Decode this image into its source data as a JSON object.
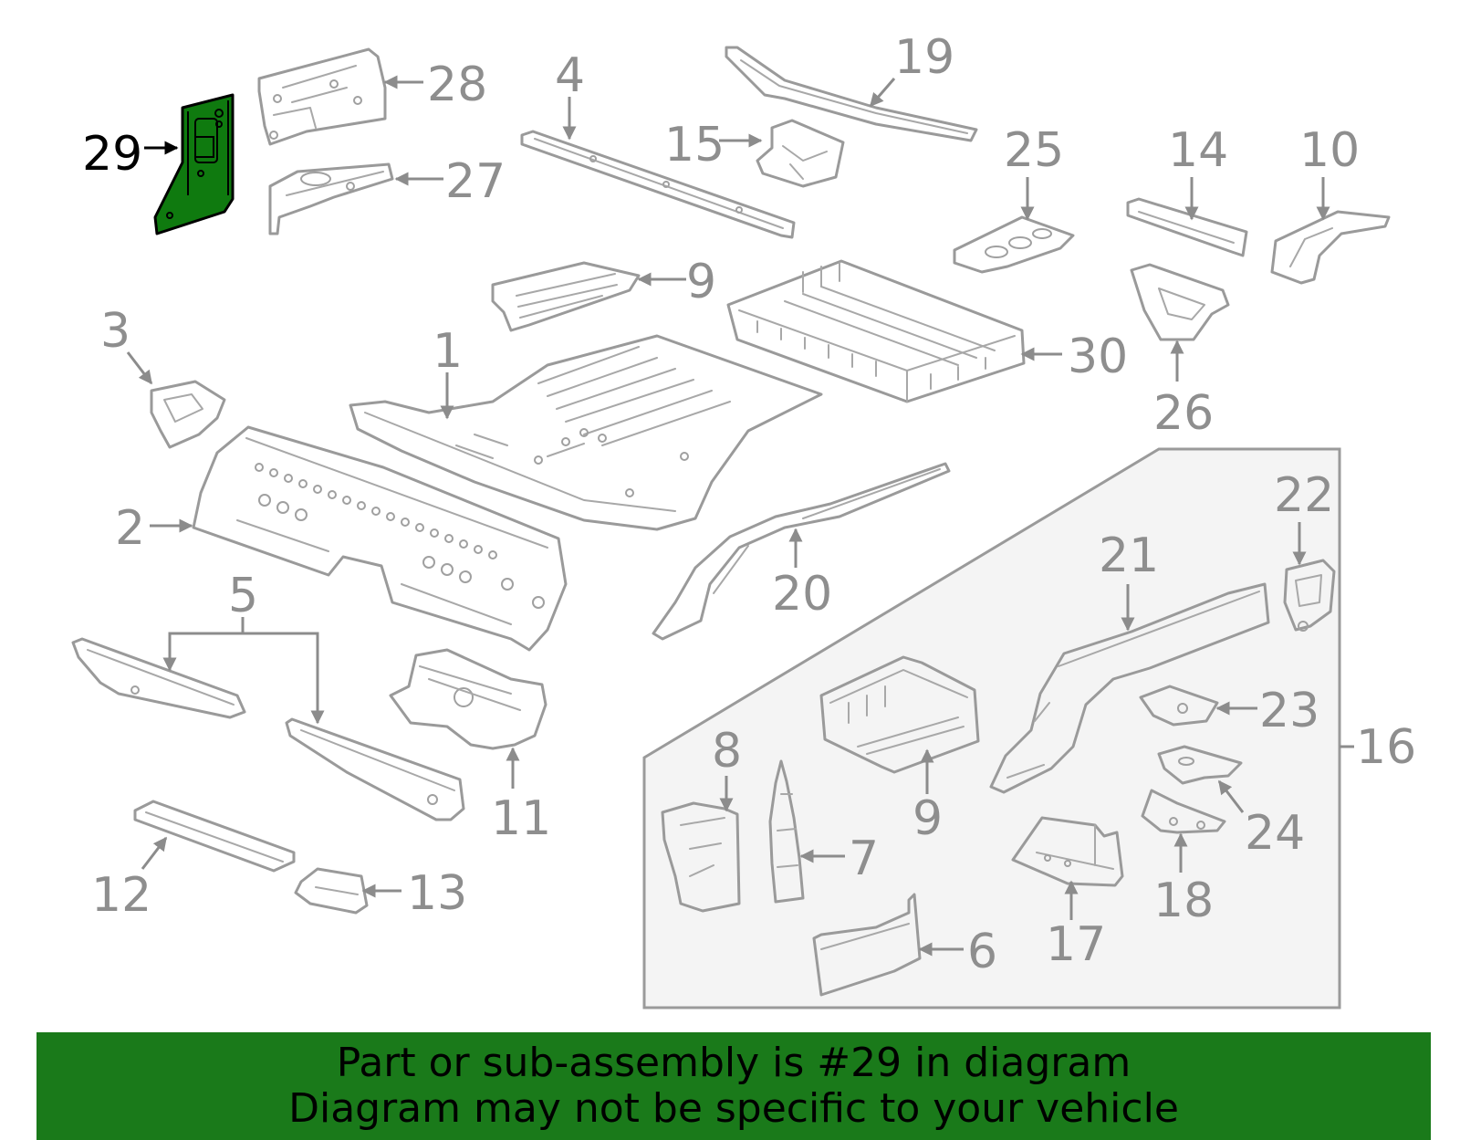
{
  "banner": {
    "line1": "Part or sub-assembly is #29 in diagram",
    "line2": "Diagram may not be specific to your vehicle"
  },
  "highlight": {
    "part": "29",
    "fill_color": "#0f7a0f",
    "banner_color": "#1a7a1a"
  },
  "callouts": {
    "c1": "1",
    "c2": "2",
    "c3": "3",
    "c4": "4",
    "c5": "5",
    "c6": "6",
    "c7": "7",
    "c8": "8",
    "c9a": "9",
    "c9b": "9",
    "c10": "10",
    "c11": "11",
    "c12": "12",
    "c13": "13",
    "c14": "14",
    "c15": "15",
    "c16": "16",
    "c17": "17",
    "c18": "18",
    "c19": "19",
    "c20": "20",
    "c21": "21",
    "c22": "22",
    "c23": "23",
    "c24": "24",
    "c25": "25",
    "c26": "26",
    "c27": "27",
    "c28": "28",
    "c29": "29",
    "c30": "30"
  }
}
